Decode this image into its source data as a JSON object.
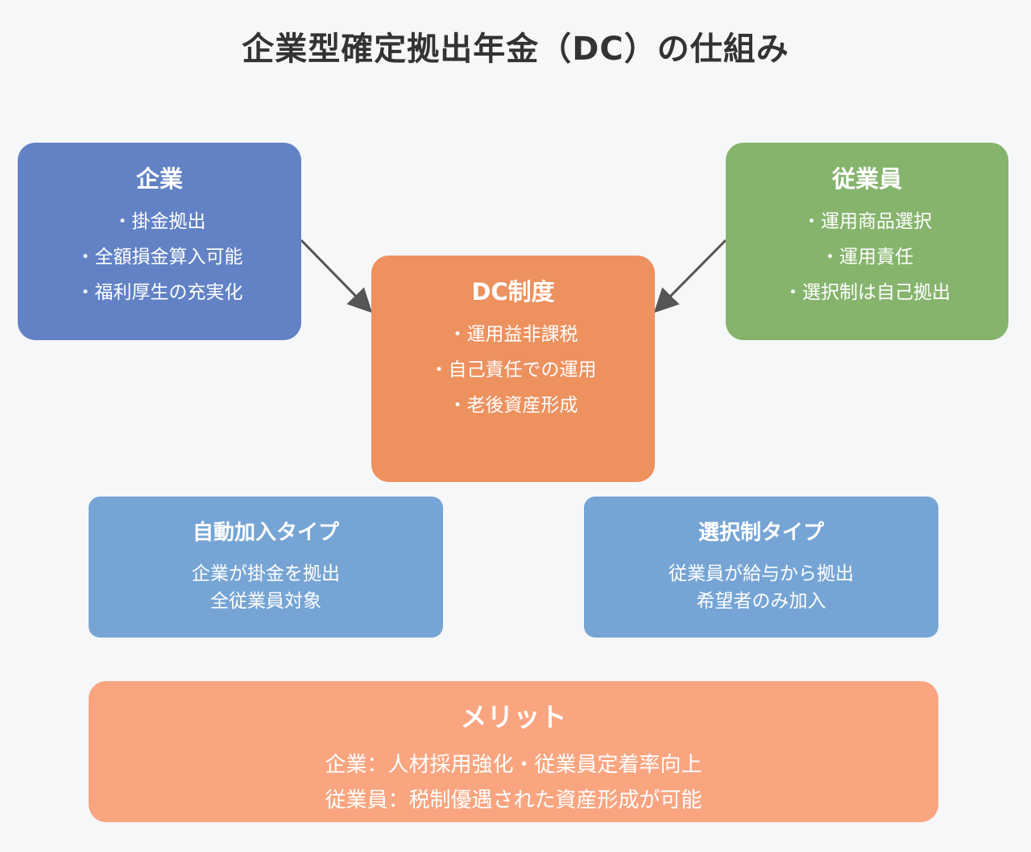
{
  "title": "企業型確定拠出年金（DC）の仕組み",
  "company": {
    "heading": "企業",
    "items": [
      "・掛金拠出",
      "・全額損金算入可能",
      "・福利厚生の充実化"
    ]
  },
  "employee": {
    "heading": "従業員",
    "items": [
      "・運用商品選択",
      "・運用責任",
      "・選択制は自己拠出"
    ]
  },
  "dc": {
    "heading": "DC制度",
    "items": [
      "・運用益非課税",
      "・自己責任での運用",
      "・老後資産形成"
    ]
  },
  "auto_type": {
    "heading": "自動加入タイプ",
    "lines": [
      "企業が掛金を拠出",
      "全従業員対象"
    ]
  },
  "select_type": {
    "heading": "選択制タイプ",
    "lines": [
      "従業員が給与から拠出",
      "希望者のみ加入"
    ]
  },
  "merit": {
    "heading": "メリット",
    "lines": [
      "企業：人材採用強化・従業員定着率向上",
      "従業員：税制優遇された資産形成が可能"
    ]
  },
  "colors": {
    "company": "#6282c5",
    "employee": "#86b46d",
    "dc": "#ed915f",
    "types": "#76a5d5",
    "merit": "#f9a580",
    "arrow": "#555555"
  }
}
